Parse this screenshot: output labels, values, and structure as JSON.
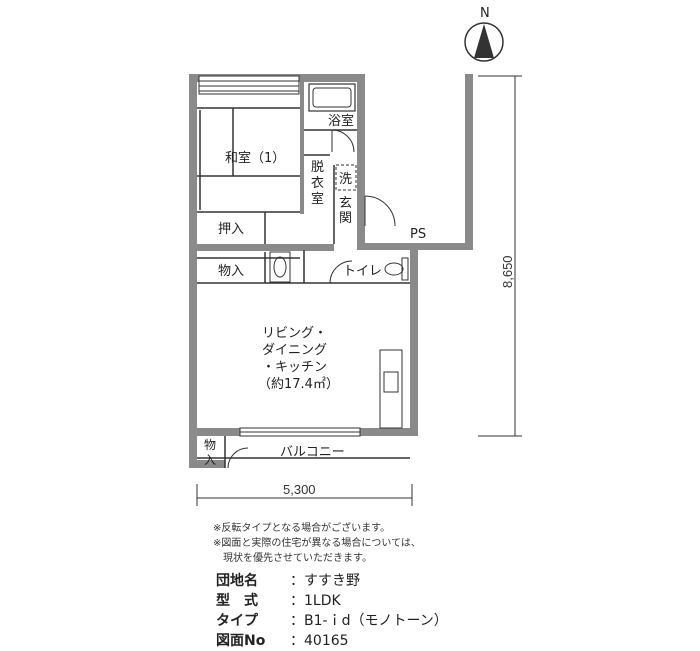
{
  "compass": {
    "north_label": "N"
  },
  "rooms": {
    "washitsu": "和室（1）",
    "yokushitsu": "浴室",
    "datsuishitsu": [
      "脱",
      "衣",
      "室"
    ],
    "sen": "洗",
    "genkan": [
      "玄",
      "関"
    ],
    "oshiire": "押入",
    "mono1": "物入",
    "toilet": "トイレ",
    "ldk_lines": [
      "リビング・",
      "ダイニング",
      "・キッチン",
      "（約17.4㎡）"
    ],
    "mono2": [
      "物",
      "入"
    ],
    "balcony": "バルコニー",
    "ps": "PS"
  },
  "dimensions": {
    "width": "5,300",
    "depth": "8,650"
  },
  "notes": [
    "※反転タイプとなる場合がございます。",
    "※図面と実際の住宅が異なる場合については、",
    "　現状を優先させていただきます。"
  ],
  "info": [
    {
      "key": "団地名",
      "value": "すすき野"
    },
    {
      "key": "型　式",
      "value": "1LDK"
    },
    {
      "key": "タイプ",
      "value": "B1-ｉd（モノトーン）"
    },
    {
      "key": "図面No",
      "value": "40165"
    }
  ]
}
